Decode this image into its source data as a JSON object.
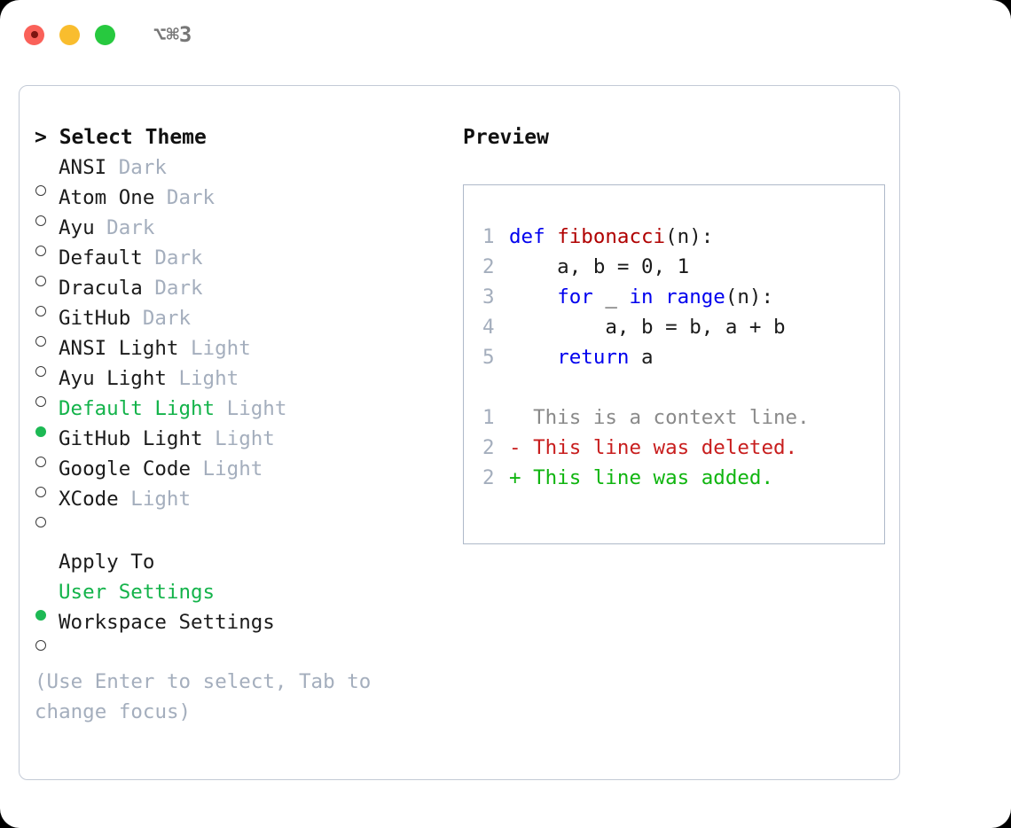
{
  "window": {
    "shortcut": "⌥⌘3",
    "traffic_lights": [
      {
        "name": "close",
        "color": "#fa6159"
      },
      {
        "name": "minimize",
        "color": "#f9bd2e"
      },
      {
        "name": "maximize",
        "color": "#27c93f"
      }
    ]
  },
  "theme_panel": {
    "header": "> Select Theme",
    "selected_theme": "Default Light",
    "accent_color": "#13b34a",
    "muted_color": "#a4aebd",
    "items": [
      {
        "label": "ANSI",
        "suffix": " Dark",
        "selected": false
      },
      {
        "label": "Atom One",
        "suffix": " Dark",
        "selected": false
      },
      {
        "label": "Ayu",
        "suffix": " Dark",
        "selected": false
      },
      {
        "label": "Default",
        "suffix": " Dark",
        "selected": false
      },
      {
        "label": "Dracula",
        "suffix": " Dark",
        "selected": false
      },
      {
        "label": "GitHub",
        "suffix": " Dark",
        "selected": false
      },
      {
        "label": "ANSI Light",
        "suffix": " Light",
        "selected": false
      },
      {
        "label": "Ayu Light",
        "suffix": " Light",
        "selected": false
      },
      {
        "label": "Default Light",
        "suffix": " Light",
        "selected": true
      },
      {
        "label": "GitHub Light",
        "suffix": " Light",
        "selected": false
      },
      {
        "label": "Google Code",
        "suffix": " Light",
        "selected": false
      },
      {
        "label": "XCode",
        "suffix": " Light",
        "selected": false
      }
    ]
  },
  "apply_to": {
    "header": "Apply To",
    "selected_option": "User Settings",
    "options": [
      {
        "label": "User Settings",
        "selected": true
      },
      {
        "label": "Workspace Settings",
        "selected": false
      }
    ]
  },
  "hint": "(Use Enter to select, Tab to change focus)",
  "preview": {
    "title": "Preview",
    "code_lines": [
      {
        "number": "1",
        "tokens": [
          {
            "text": "def ",
            "kind": "kw"
          },
          {
            "text": "fibonacci",
            "kind": "fn"
          },
          {
            "text": "(n):",
            "kind": "plain"
          }
        ]
      },
      {
        "number": "2",
        "tokens": [
          {
            "text": "    a, b = 0, 1",
            "kind": "plain"
          }
        ]
      },
      {
        "number": "3",
        "tokens": [
          {
            "text": "    ",
            "kind": "plain"
          },
          {
            "text": "for",
            "kind": "kw"
          },
          {
            "text": " _ ",
            "kind": "plain"
          },
          {
            "text": "in",
            "kind": "kw"
          },
          {
            "text": " ",
            "kind": "plain"
          },
          {
            "text": "range",
            "kind": "kw"
          },
          {
            "text": "(n):",
            "kind": "plain"
          }
        ]
      },
      {
        "number": "4",
        "tokens": [
          {
            "text": "        a, b = b, a + b",
            "kind": "plain"
          }
        ]
      },
      {
        "number": "5",
        "tokens": [
          {
            "text": "    ",
            "kind": "plain"
          },
          {
            "text": "return",
            "kind": "kw"
          },
          {
            "text": " a",
            "kind": "plain"
          }
        ]
      }
    ],
    "diff_lines": [
      {
        "number": "1",
        "marker": "  ",
        "text": "  This is a context line.",
        "kind": "context"
      },
      {
        "number": "2",
        "marker": "- ",
        "text": "- This line was deleted.",
        "kind": "deleted"
      },
      {
        "number": "2",
        "marker": "+ ",
        "text": "+ This line was added.",
        "kind": "added"
      }
    ],
    "syntax_colors": {
      "keyword": "#0000ee",
      "function": "#b00000",
      "plain": "#1b1b1b",
      "line_number": "#a4aebd",
      "diff_context": "#8a8a8a",
      "diff_deleted": "#c81e1e",
      "diff_added": "#10b510"
    }
  }
}
